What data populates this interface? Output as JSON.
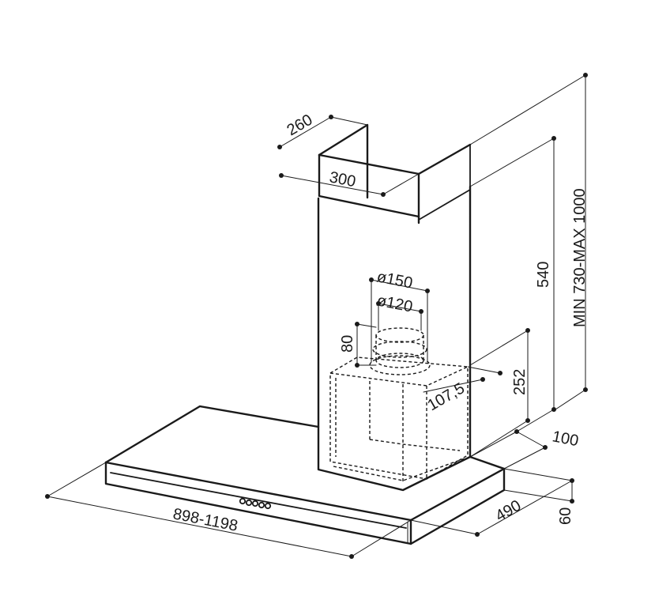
{
  "dimensions": {
    "chimney_depth": "260",
    "chimney_width": "300",
    "outlet_outer_diameter": "ø150",
    "outlet_inner_diameter": "ø120",
    "outlet_height": "80",
    "motor_offset": "107,5",
    "motor_height": "252",
    "chimney_height": "540",
    "total_height_range": "MIN 730-MAX 1000",
    "rear_offset": "100",
    "canopy_depth": "490",
    "canopy_height": "60",
    "canopy_width": "898-1198"
  },
  "colors": {
    "line": "#1a1a1a",
    "background": "#ffffff"
  }
}
